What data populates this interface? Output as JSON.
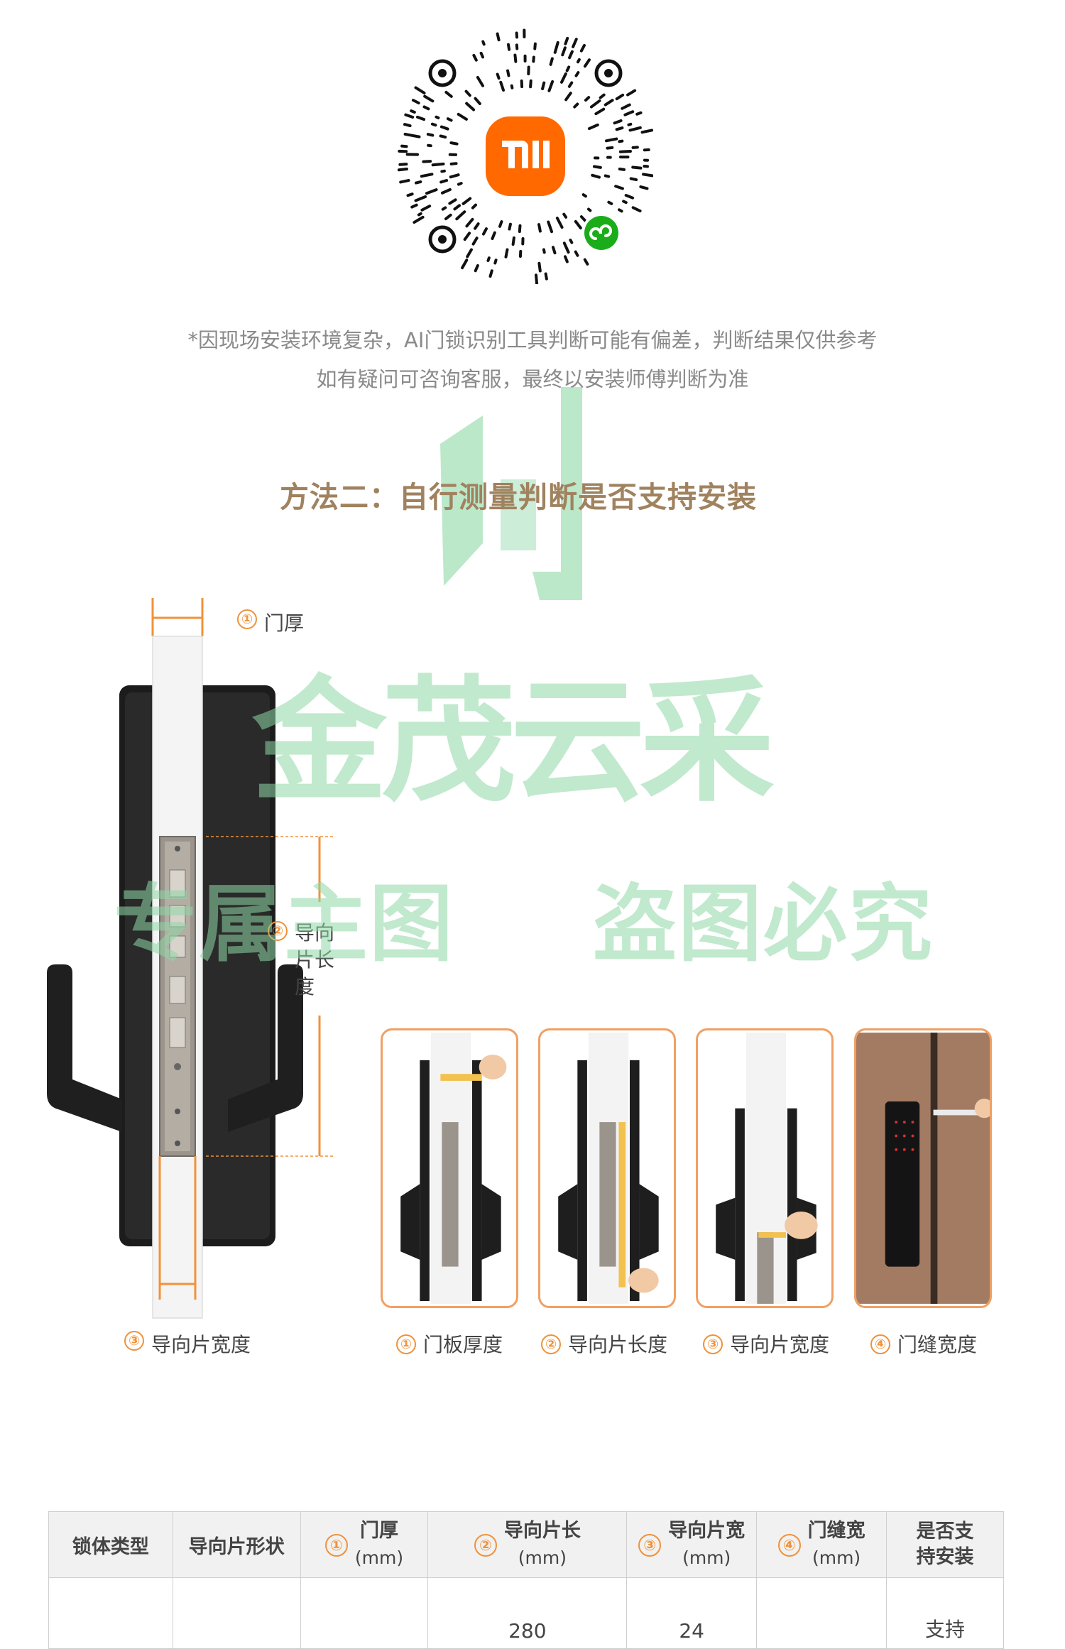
{
  "qr": {
    "brand": "mi",
    "mini_program_badge": "mini-program-icon"
  },
  "disclaimer": {
    "line1": "*因现场安装环境复杂，AI门锁识别工具判断可能有偏差，判断结果仅供参考",
    "line2": "如有疑问可咨询客服，最终以安装师傅判断为准"
  },
  "section_title": "方法二：自行测量判断是否支持安装",
  "watermark": {
    "big": "金茂云采",
    "left": "专属主图",
    "right": "盗图必究"
  },
  "diagram": {
    "callout_1": {
      "num": "①",
      "label": "门厚"
    },
    "callout_2": {
      "num": "②",
      "label": "导向片长度"
    },
    "callout_3": {
      "num": "③",
      "label": "导向片宽度"
    }
  },
  "cards": [
    {
      "num": "①",
      "label": "门板厚度"
    },
    {
      "num": "②",
      "label": "导向片长度"
    },
    {
      "num": "③",
      "label": "导向片宽度"
    },
    {
      "num": "④",
      "label": "门缝宽度"
    }
  ],
  "table": {
    "headers": {
      "lock_type": "锁体类型",
      "guide_shape": "导向片形状",
      "door_thickness": {
        "num": "①",
        "label": "门厚",
        "unit": "(mm)"
      },
      "guide_length": {
        "num": "②",
        "label": "导向片长",
        "unit": "(mm)"
      },
      "guide_width": {
        "num": "③",
        "label": "导向片宽",
        "unit": "(mm)"
      },
      "gap_width": {
        "num": "④",
        "label": "门缝宽",
        "unit": "(mm)"
      },
      "supported": "是否支持安装"
    },
    "rows": [
      {
        "lock_type": "",
        "guide_shape": "",
        "door_thickness": "",
        "guide_length": "280",
        "guide_width": "24",
        "gap_width": "",
        "supported": "支持"
      }
    ]
  },
  "colors": {
    "accent": "#f0923a",
    "title": "#a0825f",
    "brand_orange": "#ff6900",
    "watermark": "#8fd8a6"
  }
}
